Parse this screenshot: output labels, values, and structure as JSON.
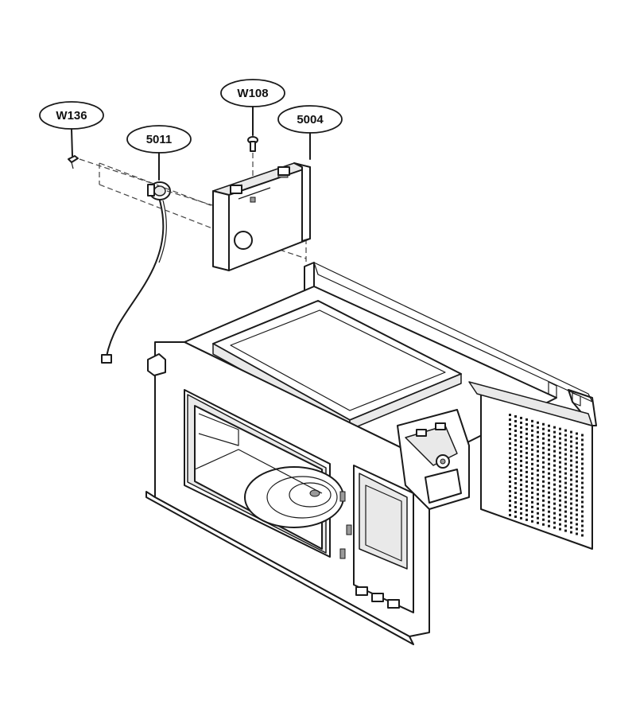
{
  "callouts": {
    "w136": "W136",
    "w5011": "5011",
    "w108": "W108",
    "w5004": "5004"
  },
  "parts": {
    "screw_w136": "screw-icon",
    "thermal_cutoff_5011": "thermal-cutoff-icon",
    "screw_w108": "screw-icon",
    "bracket_5004": "bracket-icon",
    "oven_cavity": "microwave-cavity-icon"
  }
}
